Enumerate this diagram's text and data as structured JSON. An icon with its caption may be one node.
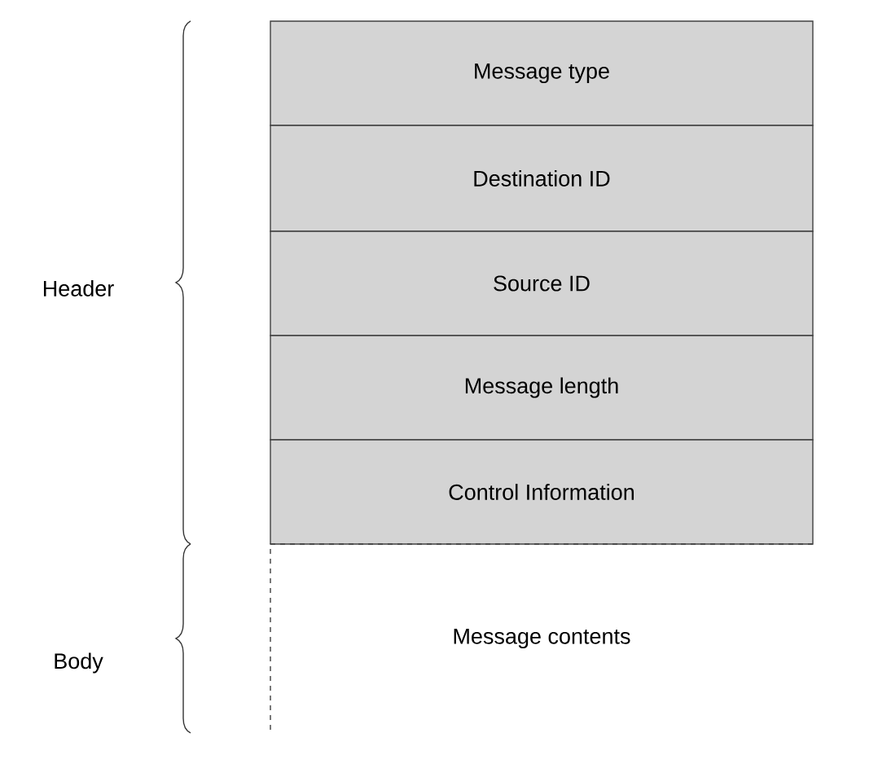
{
  "diagram": {
    "nodes": [
      {
        "text": [
          "Message type"
        ]
      },
      {
        "text": [
          "Destination ID"
        ]
      },
      {
        "text": [
          "Source ID"
        ]
      },
      {
        "text": [
          "Message length"
        ]
      },
      {
        "text": [
          "Control Information"
        ]
      },
      {
        "text": [
          "Message contents"
        ]
      }
    ],
    "labels": [
      "Header",
      "Body"
    ]
  }
}
